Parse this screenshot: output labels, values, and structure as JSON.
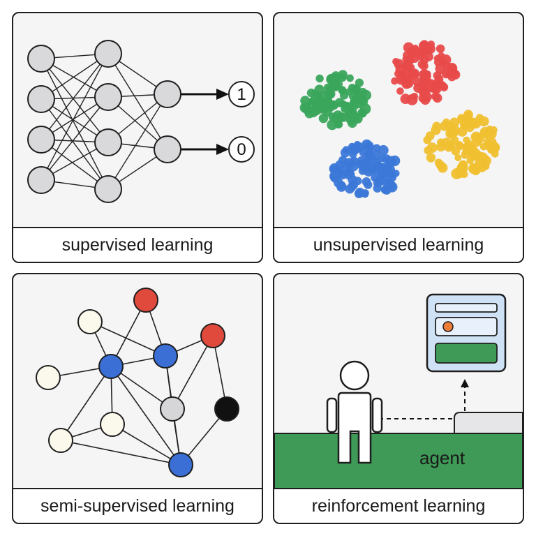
{
  "panels": {
    "supervised": {
      "caption": "supervised learning",
      "outputs": [
        "1",
        "0"
      ]
    },
    "unsupervised": {
      "caption": "unsupervised learning",
      "cluster_colors": [
        "#3aa55c",
        "#e84a4a",
        "#3b78d8",
        "#f0c030"
      ]
    },
    "semi_supervised": {
      "caption": "semi-supervised learning",
      "node_colors": {
        "red": "#e04a3c",
        "blue": "#3b6fd6",
        "cream": "#fbf8ec",
        "gray": "#d6d6d8",
        "black": "#111111"
      }
    },
    "reinforcement": {
      "caption": "reinforcement learning",
      "agent_label": "agent",
      "ground_color": "#3e9a56",
      "screen_color": "#cfe2f5"
    }
  }
}
